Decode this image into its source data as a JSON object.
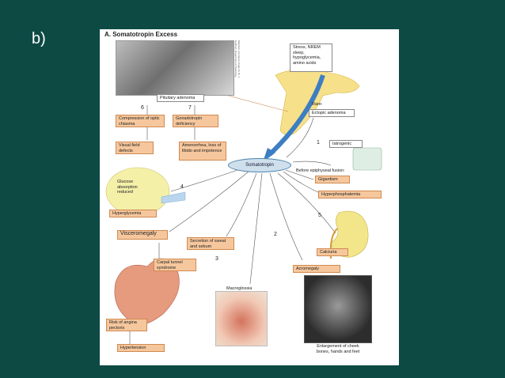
{
  "slide_label": "b)",
  "title": "A. Somatotropin Excess",
  "credit": "Magnetic resonance image by Dr. J. Cadman, Department of Radiology, Columbia University",
  "stimuli": "Stress, NREM sleep, hypoglycemia, amino acids",
  "boxes": {
    "pituitary_adenoma": "Pituitary adenoma",
    "compression": "Compression of optic chiasma",
    "visual_defects": "Visual field defects",
    "gonadotropin": "Gonadotropin deficiency",
    "amenorrhea": "Amenorrhea, loss of libido and impotence",
    "ectopic": "Ectopic adenoma",
    "iatrogenic": "Iatrogenic",
    "somatotropin": "Somatotropin",
    "gigantism": "Gigantism",
    "hyperphosphatemia": "Hyperphosphatemia",
    "glucose": "Glucose absorption reduced",
    "hyperglycemia": "Hyperglycemia",
    "visceromegaly": "Visceromegaly",
    "secretion": "Secretion of sweat and sebum",
    "carpal": "Carpal tunnel syndrome",
    "calciuria": "Calciuria",
    "acromegaly": "Acromegaly",
    "macroglossia": "Macroglossia",
    "risk": "Risk of angina pectoris",
    "hypertension": "Hypertension",
    "enlargement": "Enlargement of cheek bones, hands and feet"
  },
  "texts": {
    "rare": "Rare:",
    "before": "Before epiphyseal fusion:"
  },
  "numbers": [
    "1",
    "2",
    "3",
    "4",
    "5",
    "6",
    "7"
  ]
}
